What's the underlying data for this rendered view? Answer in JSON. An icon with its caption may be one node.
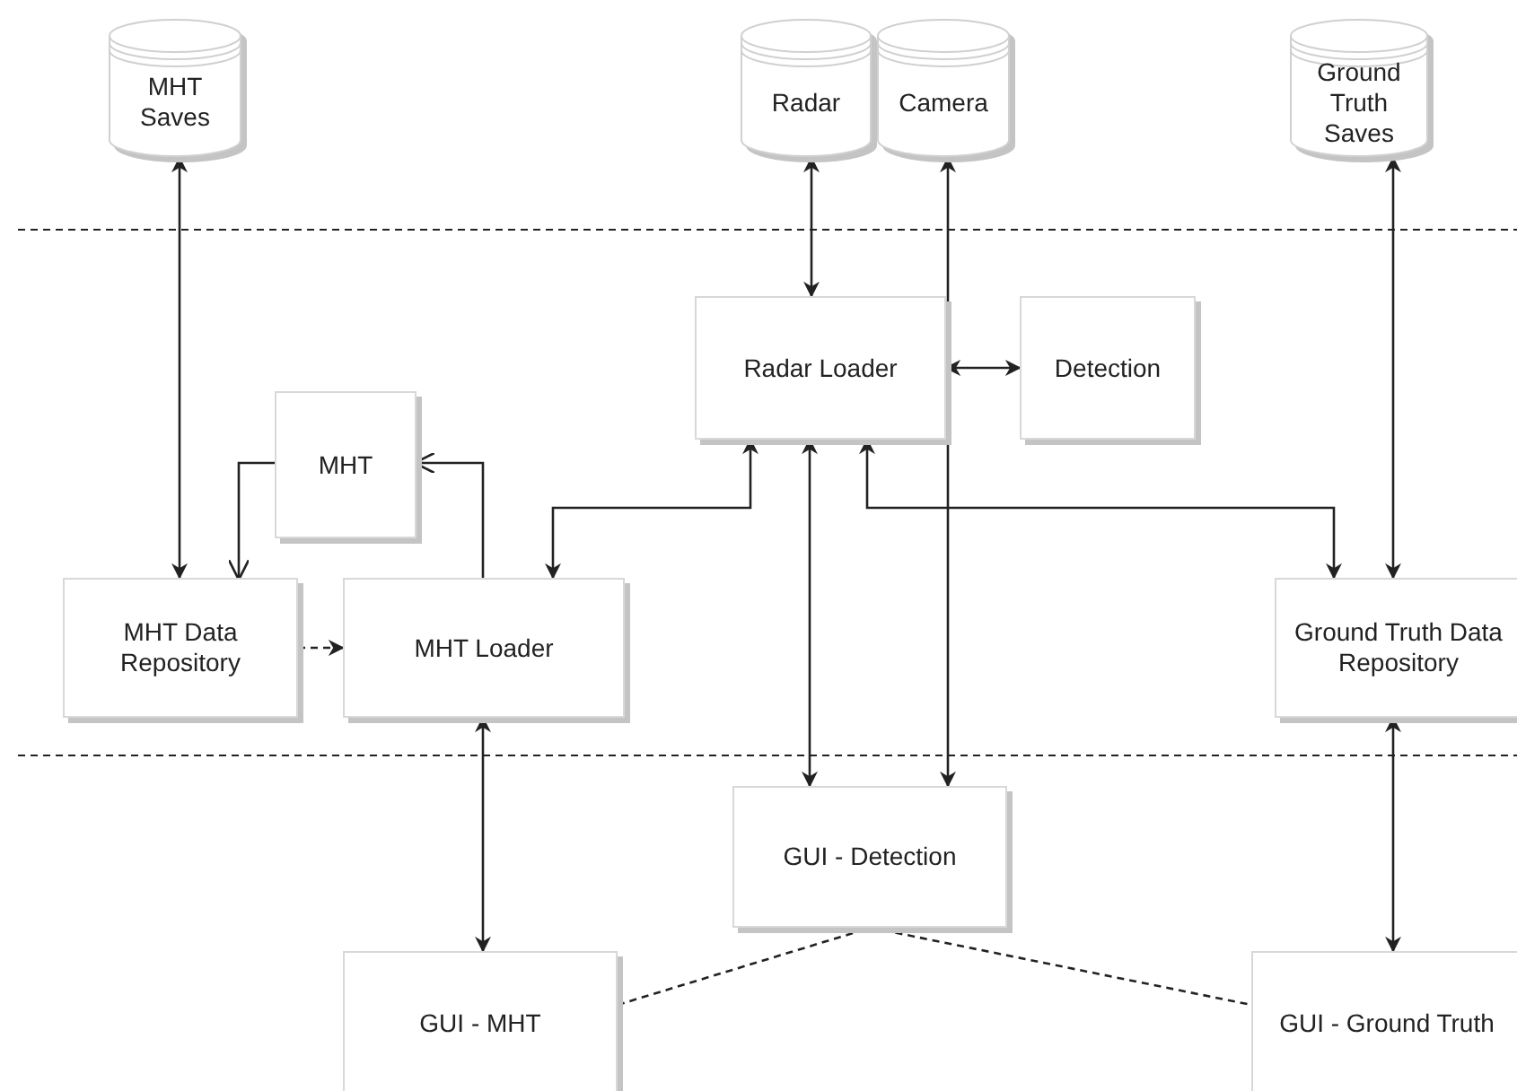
{
  "diagram": {
    "nodes": [
      {
        "text": [
          "MHT Saves"
        ]
      },
      {
        "text": [
          "Radar"
        ]
      },
      {
        "text": [
          "Camera"
        ]
      },
      {
        "text": [
          "Ground Truth Saves"
        ]
      },
      {
        "text": [
          "Radar Loader"
        ]
      },
      {
        "text": [
          "Detection"
        ]
      },
      {
        "text": [
          "MHT"
        ]
      },
      {
        "text": [
          "MHT Data Repository"
        ]
      },
      {
        "text": [
          "MHT Loader"
        ]
      },
      {
        "text": [
          "Ground Truth Data Repository"
        ]
      },
      {
        "text": [
          "GUI - Detection"
        ]
      },
      {
        "text": [
          "GUI - MHT"
        ]
      },
      {
        "text": [
          "GUI - Ground Truth"
        ]
      }
    ],
    "edges": [
      {
        "from": 0,
        "to": 7,
        "arrow": "both"
      },
      {
        "from": 1,
        "to": 4,
        "arrow": "both"
      },
      {
        "from": 2,
        "to": 10,
        "arrow": "both"
      },
      {
        "from": 3,
        "to": 9,
        "arrow": "both"
      },
      {
        "from": 4,
        "to": 5,
        "arrow": "both"
      },
      {
        "from": 6,
        "to": 7,
        "arrow": "to"
      },
      {
        "from": 8,
        "to": 6,
        "arrow": "to"
      },
      {
        "from": 4,
        "to": 8,
        "arrow": "both"
      },
      {
        "from": 4,
        "to": 9,
        "arrow": "both"
      },
      {
        "from": 4,
        "to": 10,
        "arrow": "both"
      },
      {
        "from": 7,
        "to": 8,
        "arrow": "to",
        "style": "dashed"
      },
      {
        "from": 8,
        "to": 11,
        "arrow": "both"
      },
      {
        "from": 9,
        "to": 12,
        "arrow": "both"
      },
      {
        "from": 11,
        "to": 10,
        "arrow": "none",
        "style": "dashed"
      },
      {
        "from": 10,
        "to": 12,
        "arrow": "none",
        "style": "dashed"
      }
    ]
  }
}
